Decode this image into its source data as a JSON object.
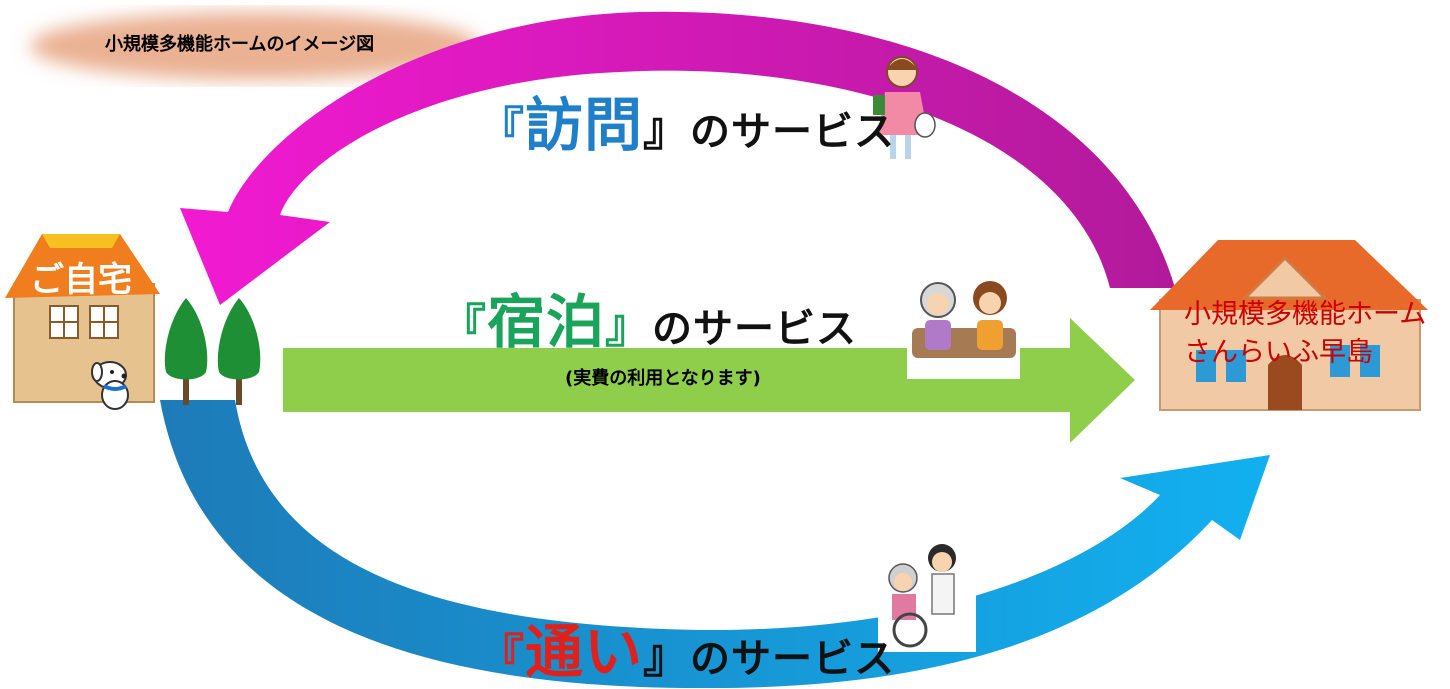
{
  "title": "小規模多機能ホームのイメージ図",
  "services": {
    "visit": {
      "open": "『",
      "keyword": "訪問",
      "close": "』",
      "suffix": "のサービス",
      "color": "#1f7fc8"
    },
    "stay": {
      "open": "『",
      "keyword": "宿泊",
      "close": "』",
      "suffix": "のサービス",
      "color": "#1aa35a",
      "note": "(実費の利用となります)"
    },
    "day": {
      "open": "『",
      "keyword": "通い",
      "close": "』",
      "suffix": "のサービス",
      "color": "#e0201a"
    }
  },
  "home": {
    "label": "ご自宅"
  },
  "facility": {
    "line1": "小規模多機能ホーム",
    "line2": "さんらいふ早島",
    "color": "#cc0000"
  },
  "arrow_colors": {
    "visit": "#e015c8",
    "stay": "#8fce4a",
    "day": "#0aa6e8"
  }
}
